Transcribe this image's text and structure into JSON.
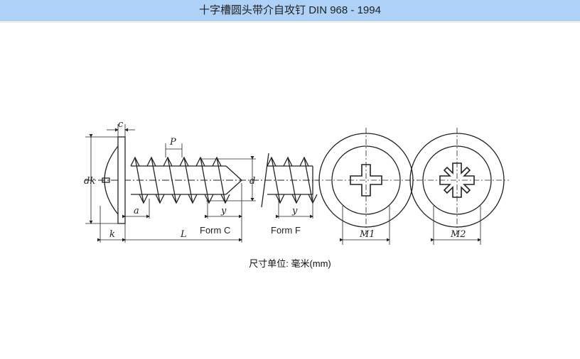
{
  "header": {
    "title": "十字槽圆头带介自攻钉 DIN 968 - 1994"
  },
  "drawing": {
    "labels": {
      "c": "c",
      "P": "P",
      "dk": "dk",
      "d": "d",
      "a": "a",
      "y_c": "y",
      "y_f": "y",
      "k": "k",
      "L": "L",
      "M1": "M1",
      "M2": "M2"
    },
    "form_c": "Form C",
    "form_f": "Form F"
  },
  "caption": "尺寸单位: 毫米(mm)"
}
